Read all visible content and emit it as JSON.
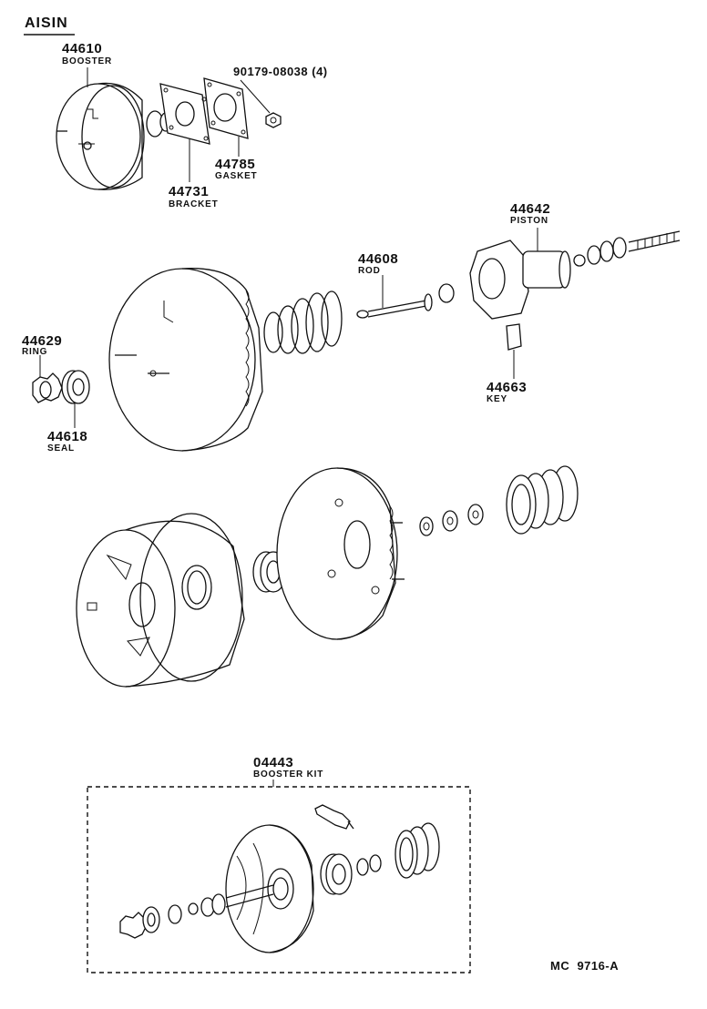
{
  "brand": "AISIN",
  "diagram_ref": "MC  9716-A",
  "parts": [
    {
      "number": "44610",
      "name": "BOOSTER"
    },
    {
      "number": "90179-08038 (4)",
      "name": ""
    },
    {
      "number": "44785",
      "name": "GASKET"
    },
    {
      "number": "44731",
      "name": "BRACKET"
    },
    {
      "number": "44642",
      "name": "PISTON"
    },
    {
      "number": "44608",
      "name": "ROD"
    },
    {
      "number": "44629",
      "name": "RING"
    },
    {
      "number": "44618",
      "name": "SEAL"
    },
    {
      "number": "44663",
      "name": "KEY"
    },
    {
      "number": "04443",
      "name": "BOOSTER KIT"
    }
  ]
}
